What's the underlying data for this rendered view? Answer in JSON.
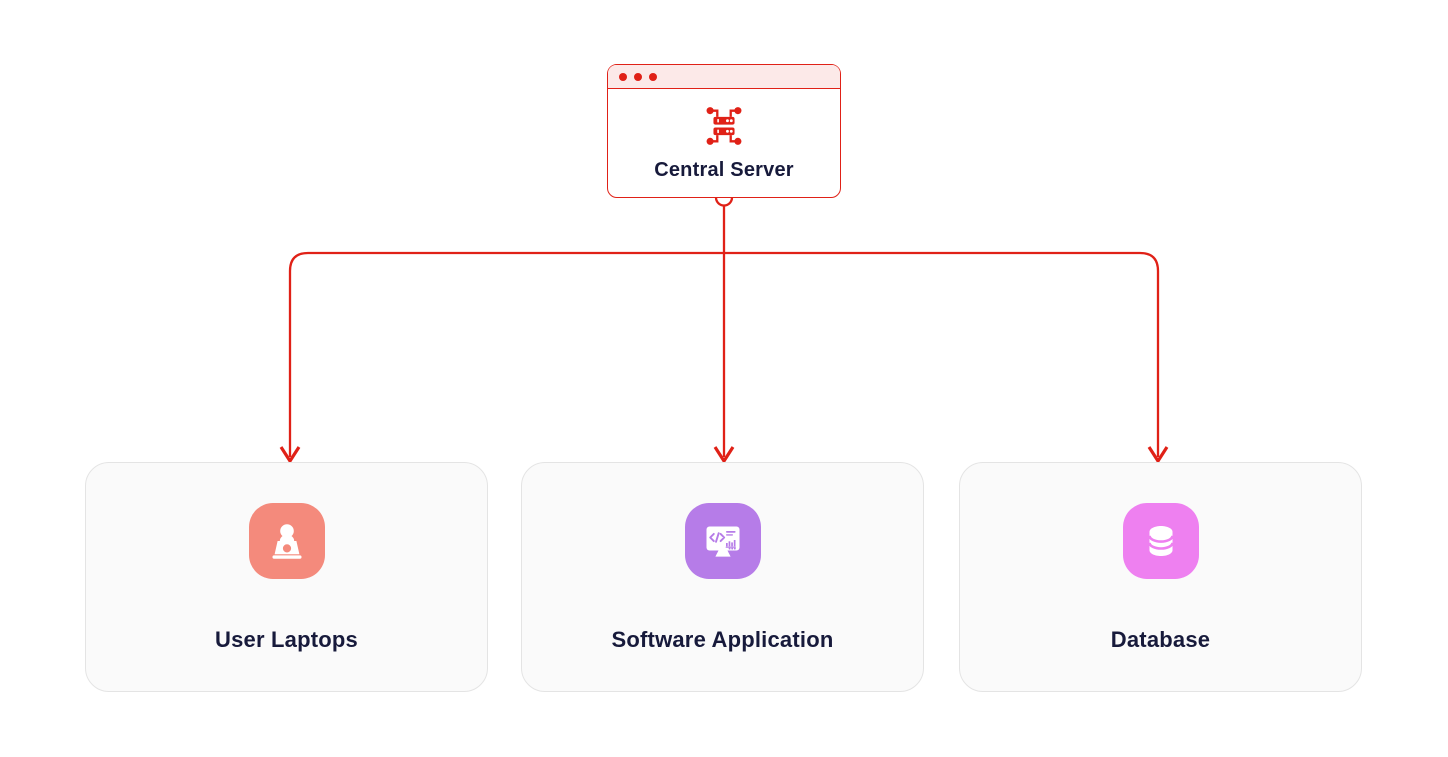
{
  "colors": {
    "red": "#E02117",
    "header_pink": "#FCE9E8",
    "navy": "#171A3B",
    "card_border": "#E4E4E4",
    "card_bg": "#FAFAFA",
    "salmon": "#F48A7C",
    "purple": "#B67CE8",
    "magenta": "#EE80F0"
  },
  "server": {
    "label": "Central Server",
    "icon": "server-network-icon"
  },
  "nodes": [
    {
      "label": "User Laptops",
      "icon": "person-laptop-icon"
    },
    {
      "label": "Software Application",
      "icon": "code-monitor-icon"
    },
    {
      "label": "Database",
      "icon": "database-icon"
    }
  ],
  "edges": [
    {
      "from": "Central Server",
      "to": "User Laptops"
    },
    {
      "from": "Central Server",
      "to": "Software Application"
    },
    {
      "from": "Central Server",
      "to": "Database"
    }
  ]
}
